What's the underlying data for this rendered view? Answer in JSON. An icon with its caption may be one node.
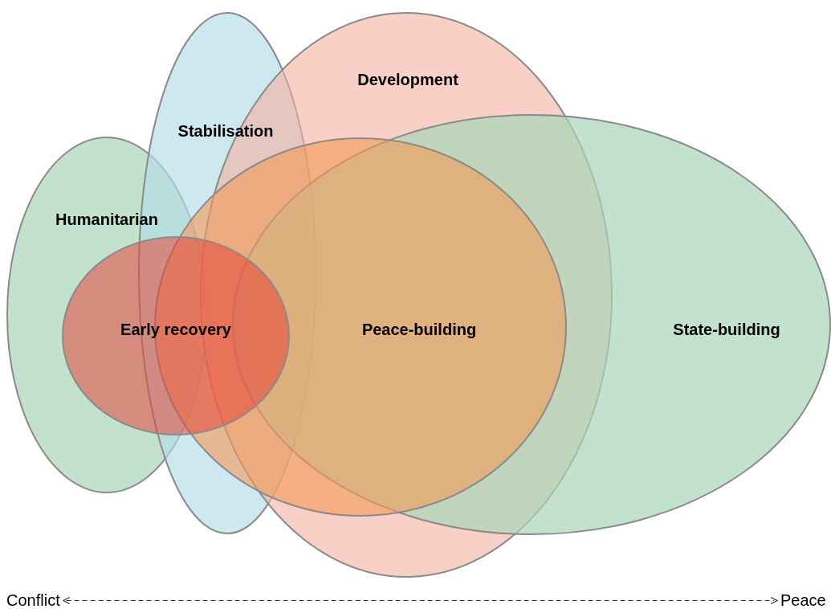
{
  "diagram": {
    "nodes": [
      {
        "text": [
          "Development"
        ]
      },
      {
        "text": [
          "Stabilisation"
        ]
      },
      {
        "text": [
          "Humanitarian"
        ]
      },
      {
        "text": [
          "Early recovery"
        ]
      },
      {
        "text": [
          "Peace-building"
        ]
      },
      {
        "text": [
          "State-building"
        ]
      },
      {
        "text": [
          "Conflict"
        ]
      },
      {
        "text": [
          "Peace"
        ]
      }
    ],
    "edges": [
      {
        "from": 6,
        "to": 7,
        "arrow": "both",
        "style": "dashed"
      }
    ]
  }
}
